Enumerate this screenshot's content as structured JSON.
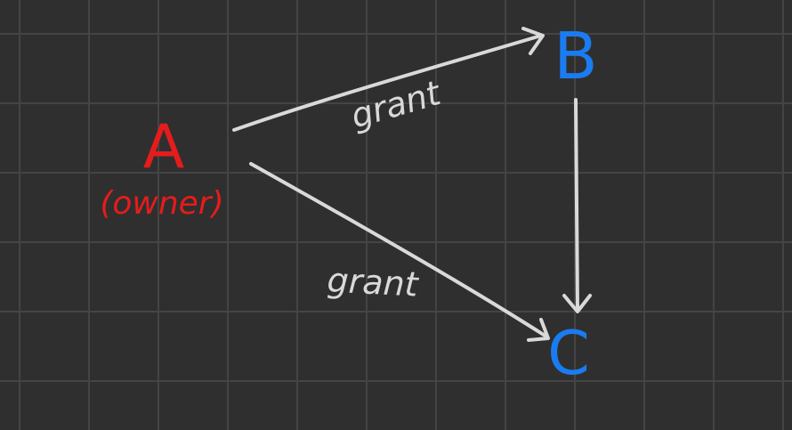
{
  "diagram": {
    "background_color": "#2f2f2f",
    "grid_color": "#444444",
    "nodes": {
      "a": {
        "label": "A",
        "sublabel": "(owner)",
        "color": "#e51c1c"
      },
      "b": {
        "label": "B",
        "color": "#1a7cf0"
      },
      "c": {
        "label": "C",
        "color": "#1a7cf0"
      }
    },
    "edges": [
      {
        "from": "A",
        "to": "B",
        "label": "grant"
      },
      {
        "from": "A",
        "to": "C",
        "label": "grant"
      },
      {
        "from": "B",
        "to": "C",
        "label": ""
      }
    ],
    "edge_color": "#d9d9d9"
  }
}
